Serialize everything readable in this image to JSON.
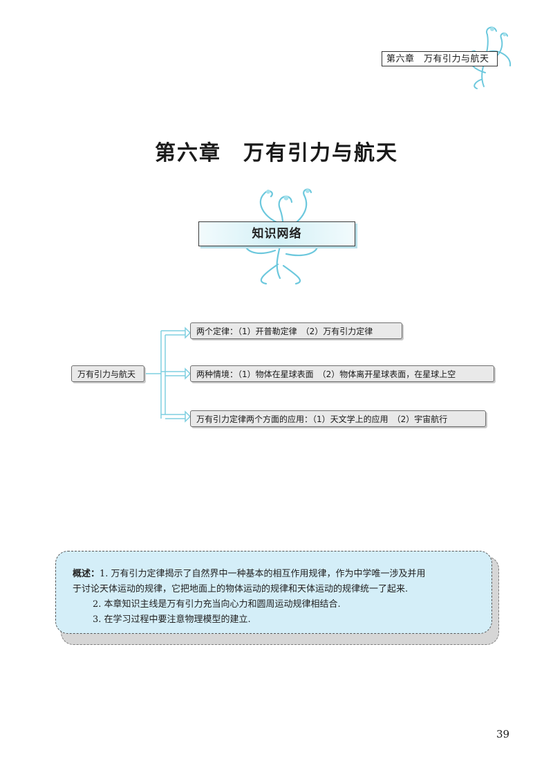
{
  "header": {
    "running_title": "第六章　万有引力与航天"
  },
  "chapter": {
    "title": "第六章　万有引力与航天"
  },
  "section": {
    "title": "知识网络"
  },
  "network": {
    "root": "万有引力与航天",
    "branches": [
      "两个定律：（1）开普勒定律　（2）万有引力定律",
      "两种情境：（1）物体在星球表面　（2）物体离开星球表面，在星球上空",
      "万有引力定律两个方面的应用：（1）天文学上的应用　（2）宇宙航行"
    ]
  },
  "summary": {
    "label": "概述：",
    "line1": "1. 万有引力定律揭示了自然界中一种基本的相互作用规律，作为中学唯一涉及并用",
    "line1b": "于讨论天体运动的规律，它把地面上的物体运动的规律和天体运动的规律统一了起来.",
    "line2": "2. 本章知识主线是万有引力充当向心力和圆周运动规律相结合.",
    "line3": "3. 在学习过程中要注意物理模型的建立."
  },
  "footer": {
    "page_number": "39"
  },
  "colors": {
    "accent": "#6cc8dd",
    "summary_bg": "#d4eef8",
    "node_bg": "#e9e9e9"
  }
}
